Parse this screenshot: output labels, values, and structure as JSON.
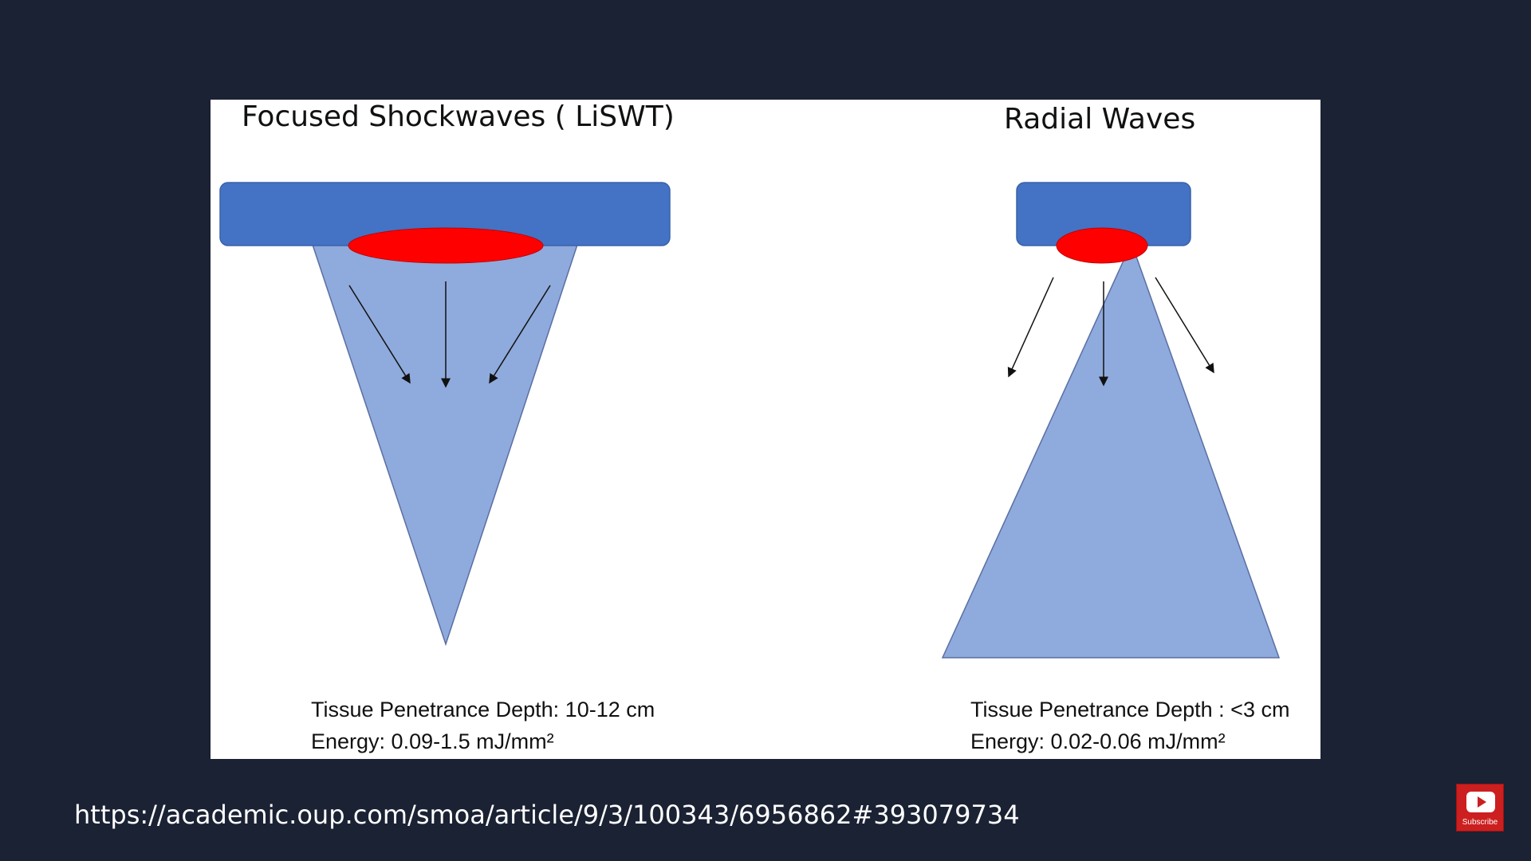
{
  "focused": {
    "title": "Focused Shockwaves ( LiSWT)",
    "depth": "Tissue Penetrance Depth: 10-12 cm",
    "energy": "Energy: 0.09-1.5 mJ/mm²"
  },
  "radial": {
    "title": "Radial Waves",
    "depth": "Tissue Penetrance Depth : <3 cm",
    "energy": "Energy: 0.02-0.06 mJ/mm²"
  },
  "source_url": "https://academic.oup.com/smoa/article/9/3/100343/6956862#393079734",
  "subscribe": {
    "label": "Subscribe",
    "icon": "youtube-play-icon"
  },
  "colors": {
    "background": "#1b2234",
    "applicator": "#4472c4",
    "source": "#ff0000",
    "wave_field": "#8faadc"
  }
}
